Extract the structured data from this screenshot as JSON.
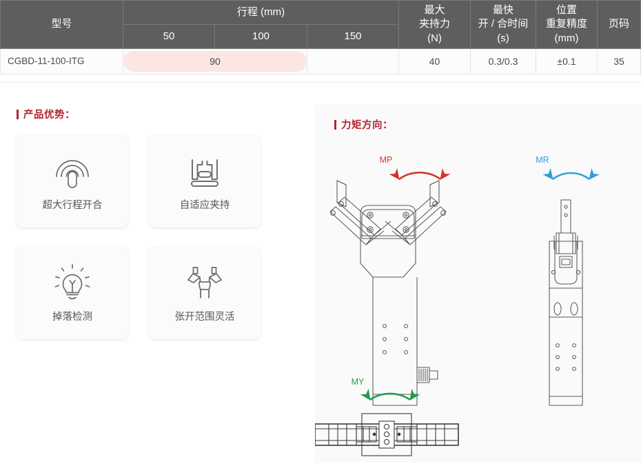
{
  "table": {
    "headers": {
      "model": "型号",
      "stroke_group": "行程 (mm)",
      "stroke_50": "50",
      "stroke_100": "100",
      "stroke_150": "150",
      "max_grip_force": "最大\n夹持力\n(N)",
      "max_grip_force_l1": "最大",
      "max_grip_force_l2": "夹持力",
      "max_grip_force_l3": "(N)",
      "fastest_time_l1": "最快",
      "fastest_time_l2": "开 / 合时间",
      "fastest_time_l3": "(s)",
      "repeat_accuracy_l1": "位置",
      "repeat_accuracy_l2": "重复精度",
      "repeat_accuracy_l3": "(mm)",
      "page_no": "页码"
    },
    "rows": [
      {
        "model": "CGBD-11-100-ITG",
        "stroke_50": "",
        "stroke_100": "90",
        "stroke_150": "",
        "highlight_span": "50-100",
        "highlight_value": "90",
        "max_grip_force": "40",
        "fastest_time": "0.3/0.3",
        "repeat_accuracy": "±0.1",
        "page_no": "35"
      }
    ],
    "colors": {
      "header_bg": "#5e5e5e",
      "header_text": "#ffffff",
      "highlight_bg": "#fbe6e4",
      "cell_bg": "#fcfcfc"
    }
  },
  "advantages": {
    "title": "产品优势：",
    "accent_color": "#b3232c",
    "cards": [
      {
        "label": "超大行程开合",
        "icon": "signal-wave-icon"
      },
      {
        "label": "自适应夹持",
        "icon": "adaptive-clamp-icon"
      },
      {
        "label": "掉落检测",
        "icon": "lightbulb-icon"
      },
      {
        "label": "张开范围灵活",
        "icon": "gripper-open-icon"
      }
    ]
  },
  "torque": {
    "title": "力矩方向：",
    "accent_color": "#b3232c",
    "panel_bg": "#fafafa",
    "arrows": [
      {
        "label": "MP",
        "color": "#d4352b",
        "view": "front-gripper-view"
      },
      {
        "label": "MR",
        "color": "#2f9fd4",
        "view": "side-gripper-view"
      },
      {
        "label": "MY",
        "color": "#1f9d4d",
        "view": "top-gripper-view"
      }
    ]
  }
}
